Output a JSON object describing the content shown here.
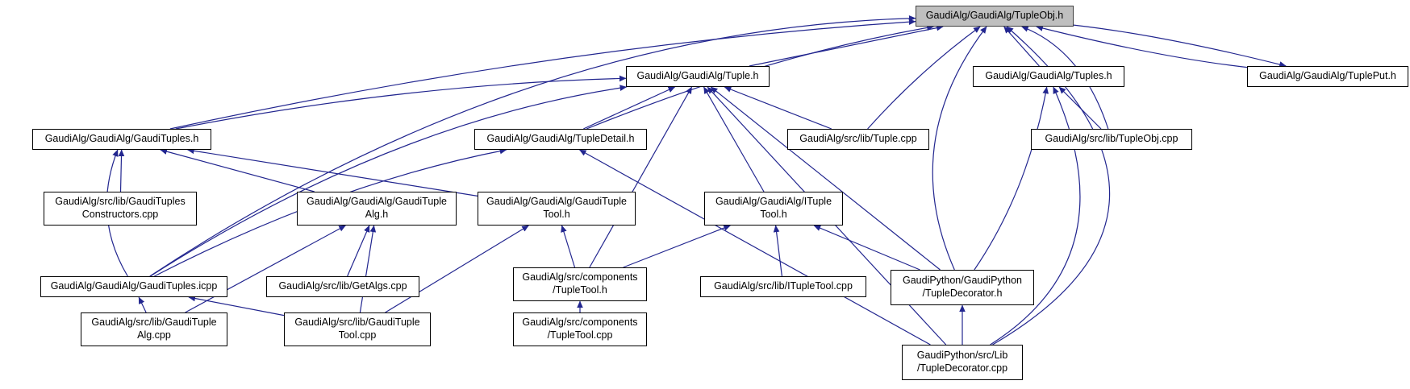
{
  "diagram": {
    "type": "doxygen-included-by-graph",
    "highlighted_node": "GaudiAlg/GaudiAlg/TupleObj.h",
    "edge_color": "#22268f",
    "highlight_fill": "#bfbfbf",
    "node_fill": "#ffffff",
    "node_border": "#000000"
  },
  "nodes": {
    "tupleobj_h": {
      "label": "GaudiAlg/GaudiAlg/TupleObj.h",
      "lines": [
        "GaudiAlg/GaudiAlg/TupleObj.h"
      ]
    },
    "tuple_h": {
      "label": "GaudiAlg/GaudiAlg/Tuple.h",
      "lines": [
        "GaudiAlg/GaudiAlg/Tuple.h"
      ]
    },
    "tuples_h": {
      "label": "GaudiAlg/GaudiAlg/Tuples.h",
      "lines": [
        "GaudiAlg/GaudiAlg/Tuples.h"
      ]
    },
    "tupleput_h": {
      "label": "GaudiAlg/GaudiAlg/TuplePut.h",
      "lines": [
        "GaudiAlg/GaudiAlg/TuplePut.h"
      ]
    },
    "gaudituples_h": {
      "label": "GaudiAlg/GaudiAlg/GaudiTuples.h",
      "lines": [
        "GaudiAlg/GaudiAlg/GaudiTuples.h"
      ]
    },
    "tupledetail_h": {
      "label": "GaudiAlg/GaudiAlg/TupleDetail.h",
      "lines": [
        "GaudiAlg/GaudiAlg/TupleDetail.h"
      ]
    },
    "tuple_cpp": {
      "label": "GaudiAlg/src/lib/Tuple.cpp",
      "lines": [
        "GaudiAlg/src/lib/Tuple.cpp"
      ]
    },
    "tupleobj_cpp": {
      "label": "GaudiAlg/src/lib/TupleObj.cpp",
      "lines": [
        "GaudiAlg/src/lib/TupleObj.cpp"
      ]
    },
    "constructors_cpp": {
      "label": "GaudiAlg/src/lib/GaudiTuplesConstructors.cpp",
      "lines": [
        "GaudiAlg/src/lib/GaudiTuples",
        "Constructors.cpp"
      ]
    },
    "gaudituplealg_h": {
      "label": "GaudiAlg/GaudiAlg/GaudiTupleAlg.h",
      "lines": [
        "GaudiAlg/GaudiAlg/GaudiTuple",
        "Alg.h"
      ]
    },
    "gauditupletool_h": {
      "label": "GaudiAlg/GaudiAlg/GaudiTupleTool.h",
      "lines": [
        "GaudiAlg/GaudiAlg/GaudiTuple",
        "Tool.h"
      ]
    },
    "itupletool_h": {
      "label": "GaudiAlg/GaudiAlg/ITupleTool.h",
      "lines": [
        "GaudiAlg/GaudiAlg/ITuple",
        "Tool.h"
      ]
    },
    "gaudituples_icpp": {
      "label": "GaudiAlg/GaudiAlg/GaudiTuples.icpp",
      "lines": [
        "GaudiAlg/GaudiAlg/GaudiTuples.icpp"
      ]
    },
    "getalgs_cpp": {
      "label": "GaudiAlg/src/lib/GetAlgs.cpp",
      "lines": [
        "GaudiAlg/src/lib/GetAlgs.cpp"
      ]
    },
    "comp_tupletool_h": {
      "label": "GaudiAlg/src/components/TupleTool.h",
      "lines": [
        "GaudiAlg/src/components",
        "/TupleTool.h"
      ]
    },
    "itupletool_cpp": {
      "label": "GaudiAlg/src/lib/ITupleTool.cpp",
      "lines": [
        "GaudiAlg/src/lib/ITupleTool.cpp"
      ]
    },
    "tupledecorator_h": {
      "label": "GaudiPython/GaudiPython/TupleDecorator.h",
      "lines": [
        "GaudiPython/GaudiPython",
        "/TupleDecorator.h"
      ]
    },
    "gaudituplealg_cpp": {
      "label": "GaudiAlg/src/lib/GaudiTupleAlg.cpp",
      "lines": [
        "GaudiAlg/src/lib/GaudiTuple",
        "Alg.cpp"
      ]
    },
    "gauditupletool_cpp": {
      "label": "GaudiAlg/src/lib/GaudiTupleTool.cpp",
      "lines": [
        "GaudiAlg/src/lib/GaudiTuple",
        "Tool.cpp"
      ]
    },
    "comp_tupletool_cpp": {
      "label": "GaudiAlg/src/components/TupleTool.cpp",
      "lines": [
        "GaudiAlg/src/components",
        "/TupleTool.cpp"
      ]
    },
    "tupledecorator_cpp": {
      "label": "GaudiPython/src/Lib/TupleDecorator.cpp",
      "lines": [
        "GaudiPython/src/Lib",
        "/TupleDecorator.cpp"
      ]
    }
  },
  "edges": [
    {
      "from": "tuple_h",
      "to": "tupleobj_h",
      "bend": 0
    },
    {
      "from": "tuples_h",
      "to": "tupleobj_h",
      "bend": 0
    },
    {
      "from": "tupleput_h",
      "to": "tupleobj_h",
      "bend": 14
    },
    {
      "from": "tupleobj_h",
      "to": "tupleput_h",
      "bend": 14
    },
    {
      "from": "gaudituples_h",
      "to": "tupleobj_h",
      "bend": 40
    },
    {
      "from": "tupledetail_h",
      "to": "tupleobj_h",
      "bend": 30
    },
    {
      "from": "tuple_cpp",
      "to": "tupleobj_h",
      "bend": 12
    },
    {
      "from": "tupleobj_cpp",
      "to": "tupleobj_h",
      "bend": -50
    },
    {
      "from": "gaudituples_icpp",
      "to": "tupleobj_h",
      "bend": 160
    },
    {
      "from": "tupledecorator_h",
      "to": "tupleobj_h",
      "bend": 100
    },
    {
      "from": "tupledecorator_cpp",
      "to": "tupleobj_h",
      "bend": -300
    },
    {
      "from": "gaudituples_h",
      "to": "tuple_h",
      "bend": 30
    },
    {
      "from": "tupledetail_h",
      "to": "tuple_h",
      "bend": 0
    },
    {
      "from": "tuple_cpp",
      "to": "tuple_h",
      "bend": 0
    },
    {
      "from": "itupletool_h",
      "to": "tuple_h",
      "bend": 0
    },
    {
      "from": "comp_tupletool_h",
      "to": "tuple_h",
      "bend": 0
    },
    {
      "from": "gaudituples_icpp",
      "to": "tuple_h",
      "bend": 80
    },
    {
      "from": "tupledecorator_h",
      "to": "tuple_h",
      "bend": 0
    },
    {
      "from": "tupledecorator_cpp",
      "to": "tuple_h",
      "bend": 0
    },
    {
      "from": "tupledecorator_cpp",
      "to": "tupledetail_h",
      "bend": 0
    },
    {
      "from": "tupleobj_cpp",
      "to": "tuples_h",
      "bend": 0
    },
    {
      "from": "tupledecorator_h",
      "to": "tuples_h",
      "bend": -30
    },
    {
      "from": "tupledecorator_cpp",
      "to": "tuples_h",
      "bend": -160
    },
    {
      "from": "constructors_cpp",
      "to": "gaudituples_h",
      "bend": 0
    },
    {
      "from": "gaudituples_icpp",
      "to": "gaudituples_h",
      "bend": 45
    },
    {
      "from": "gaudituplealg_h",
      "to": "gaudituples_h",
      "bend": 0
    },
    {
      "from": "gauditupletool_h",
      "to": "gaudituples_h",
      "bend": 0
    },
    {
      "from": "gaudituples_icpp",
      "to": "tupledetail_h",
      "bend": 40
    },
    {
      "from": "getalgs_cpp",
      "to": "gaudituplealg_h",
      "bend": 0
    },
    {
      "from": "gaudituplealg_cpp",
      "to": "gaudituplealg_h",
      "bend": 0
    },
    {
      "from": "gauditupletool_cpp",
      "to": "gaudituplealg_h",
      "bend": 0
    },
    {
      "from": "comp_tupletool_h",
      "to": "gauditupletool_h",
      "bend": 0
    },
    {
      "from": "gauditupletool_cpp",
      "to": "gauditupletool_h",
      "bend": 0
    },
    {
      "from": "itupletool_cpp",
      "to": "itupletool_h",
      "bend": 0
    },
    {
      "from": "tupledecorator_h",
      "to": "itupletool_h",
      "bend": 0
    },
    {
      "from": "comp_tupletool_h",
      "to": "itupletool_h",
      "bend": 0
    },
    {
      "from": "comp_tupletool_cpp",
      "to": "comp_tupletool_h",
      "bend": 0
    },
    {
      "from": "tupledecorator_cpp",
      "to": "tupledecorator_h",
      "bend": 0
    },
    {
      "from": "gaudituplealg_cpp",
      "to": "gaudituples_icpp",
      "bend": 0
    },
    {
      "from": "gauditupletool_cpp",
      "to": "gaudituples_icpp",
      "bend": 0
    }
  ]
}
